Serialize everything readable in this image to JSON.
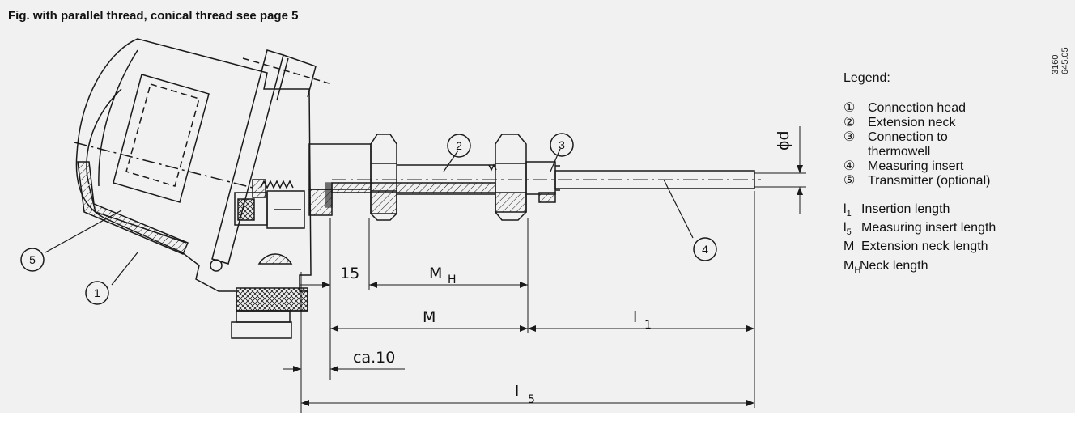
{
  "caption": "Fig. with parallel thread, conical thread see page 5",
  "doc_ref": "3160 645.05",
  "legend": {
    "title": "Legend:",
    "parts": [
      {
        "key": "①",
        "text": "Connection head"
      },
      {
        "key": "②",
        "text": "Extension neck"
      },
      {
        "key": "③",
        "text": "Connection to thermowell"
      },
      {
        "key": "④",
        "text": "Measuring insert"
      },
      {
        "key": "⑤",
        "text": "Transmitter (optional)"
      }
    ],
    "dimensions": [
      {
        "sym": "l",
        "sub": "1",
        "text": "Insertion length"
      },
      {
        "sym": "l",
        "sub": "5",
        "text": "Measuring insert length"
      },
      {
        "sym": "M",
        "sub": "",
        "text": "Extension neck length"
      },
      {
        "sym": "M",
        "sub": "H",
        "text": "Neck length"
      }
    ]
  },
  "callouts": [
    "1",
    "2",
    "3",
    "4",
    "5"
  ],
  "dimension_labels": {
    "d15": "15",
    "mh_main": "M",
    "mh_sub": "H",
    "m": "M",
    "l1_main": "l",
    "l1_sub": "1",
    "ca10": "ca.10",
    "l5_main": "l",
    "l5_sub": "5",
    "phi_d": "ϕd"
  },
  "colors": {
    "line": "#1a1a1a",
    "background": "#f1f1f1"
  }
}
